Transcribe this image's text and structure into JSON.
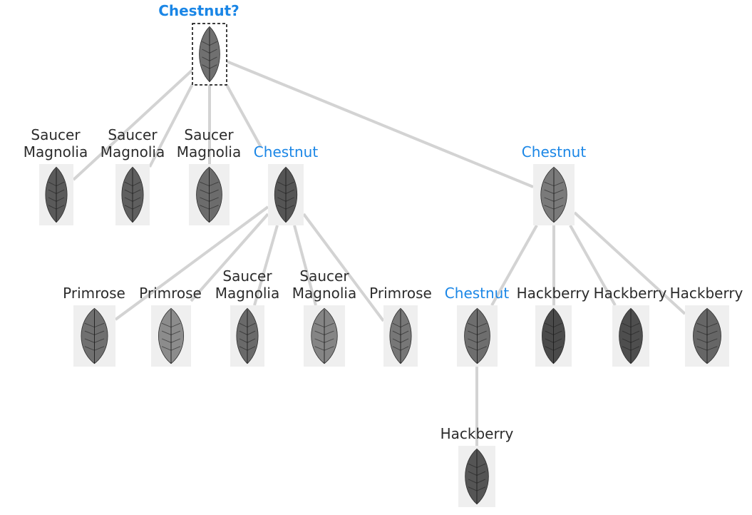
{
  "root": {
    "label": "Chestnut?",
    "color": "#1a86e6"
  },
  "colors": {
    "match": "#1a86e6",
    "text": "#2b2b2b",
    "edge": "#d3d3d3",
    "card": "#efefef"
  },
  "nodes": [
    {
      "id": "n1",
      "parent": "root",
      "lines": [
        "Saucer",
        "Magnolia"
      ],
      "match": false,
      "leaf_shade": "#5a5a5a",
      "icon": "leaf-icon"
    },
    {
      "id": "n2",
      "parent": "root",
      "lines": [
        "Saucer",
        "Magnolia"
      ],
      "match": false,
      "leaf_shade": "#5f5f5f",
      "icon": "leaf-icon"
    },
    {
      "id": "n3",
      "parent": "root",
      "lines": [
        "Saucer",
        "Magnolia"
      ],
      "match": false,
      "leaf_shade": "#6c6c6c",
      "icon": "leaf-icon"
    },
    {
      "id": "n4",
      "parent": "root",
      "lines": [
        "Chestnut"
      ],
      "match": true,
      "leaf_shade": "#555555",
      "icon": "leaf-icon"
    },
    {
      "id": "n5",
      "parent": "root",
      "lines": [
        "Chestnut"
      ],
      "match": true,
      "leaf_shade": "#7a7a7a",
      "icon": "leaf-icon"
    },
    {
      "id": "n6",
      "parent": "n4",
      "lines": [
        "Primrose"
      ],
      "match": false,
      "leaf_shade": "#707070",
      "icon": "leaf-icon"
    },
    {
      "id": "n7",
      "parent": "n4",
      "lines": [
        "Primrose"
      ],
      "match": false,
      "leaf_shade": "#8c8c8c",
      "icon": "leaf-icon"
    },
    {
      "id": "n8",
      "parent": "n4",
      "lines": [
        "Saucer",
        "Magnolia"
      ],
      "match": false,
      "leaf_shade": "#6a6a6a",
      "icon": "leaf-icon"
    },
    {
      "id": "n9",
      "parent": "n4",
      "lines": [
        "Saucer",
        "Magnolia"
      ],
      "match": false,
      "leaf_shade": "#858585",
      "icon": "leaf-icon"
    },
    {
      "id": "n10",
      "parent": "n4",
      "lines": [
        "Primrose"
      ],
      "match": false,
      "leaf_shade": "#777777",
      "icon": "leaf-icon"
    },
    {
      "id": "n11",
      "parent": "n5",
      "lines": [
        "Chestnut"
      ],
      "match": true,
      "leaf_shade": "#6e6e6e",
      "icon": "leaf-icon"
    },
    {
      "id": "n12",
      "parent": "n5",
      "lines": [
        "Hackberry"
      ],
      "match": false,
      "leaf_shade": "#4a4a4a",
      "icon": "leaf-icon"
    },
    {
      "id": "n13",
      "parent": "n5",
      "lines": [
        "Hackberry"
      ],
      "match": false,
      "leaf_shade": "#4e4e4e",
      "icon": "leaf-icon"
    },
    {
      "id": "n14",
      "parent": "n5",
      "lines": [
        "Hackberry"
      ],
      "match": false,
      "leaf_shade": "#666666",
      "icon": "leaf-icon"
    },
    {
      "id": "n15",
      "parent": "n11",
      "lines": [
        "Hackberry"
      ],
      "match": false,
      "leaf_shade": "#555555",
      "icon": "leaf-icon"
    }
  ]
}
